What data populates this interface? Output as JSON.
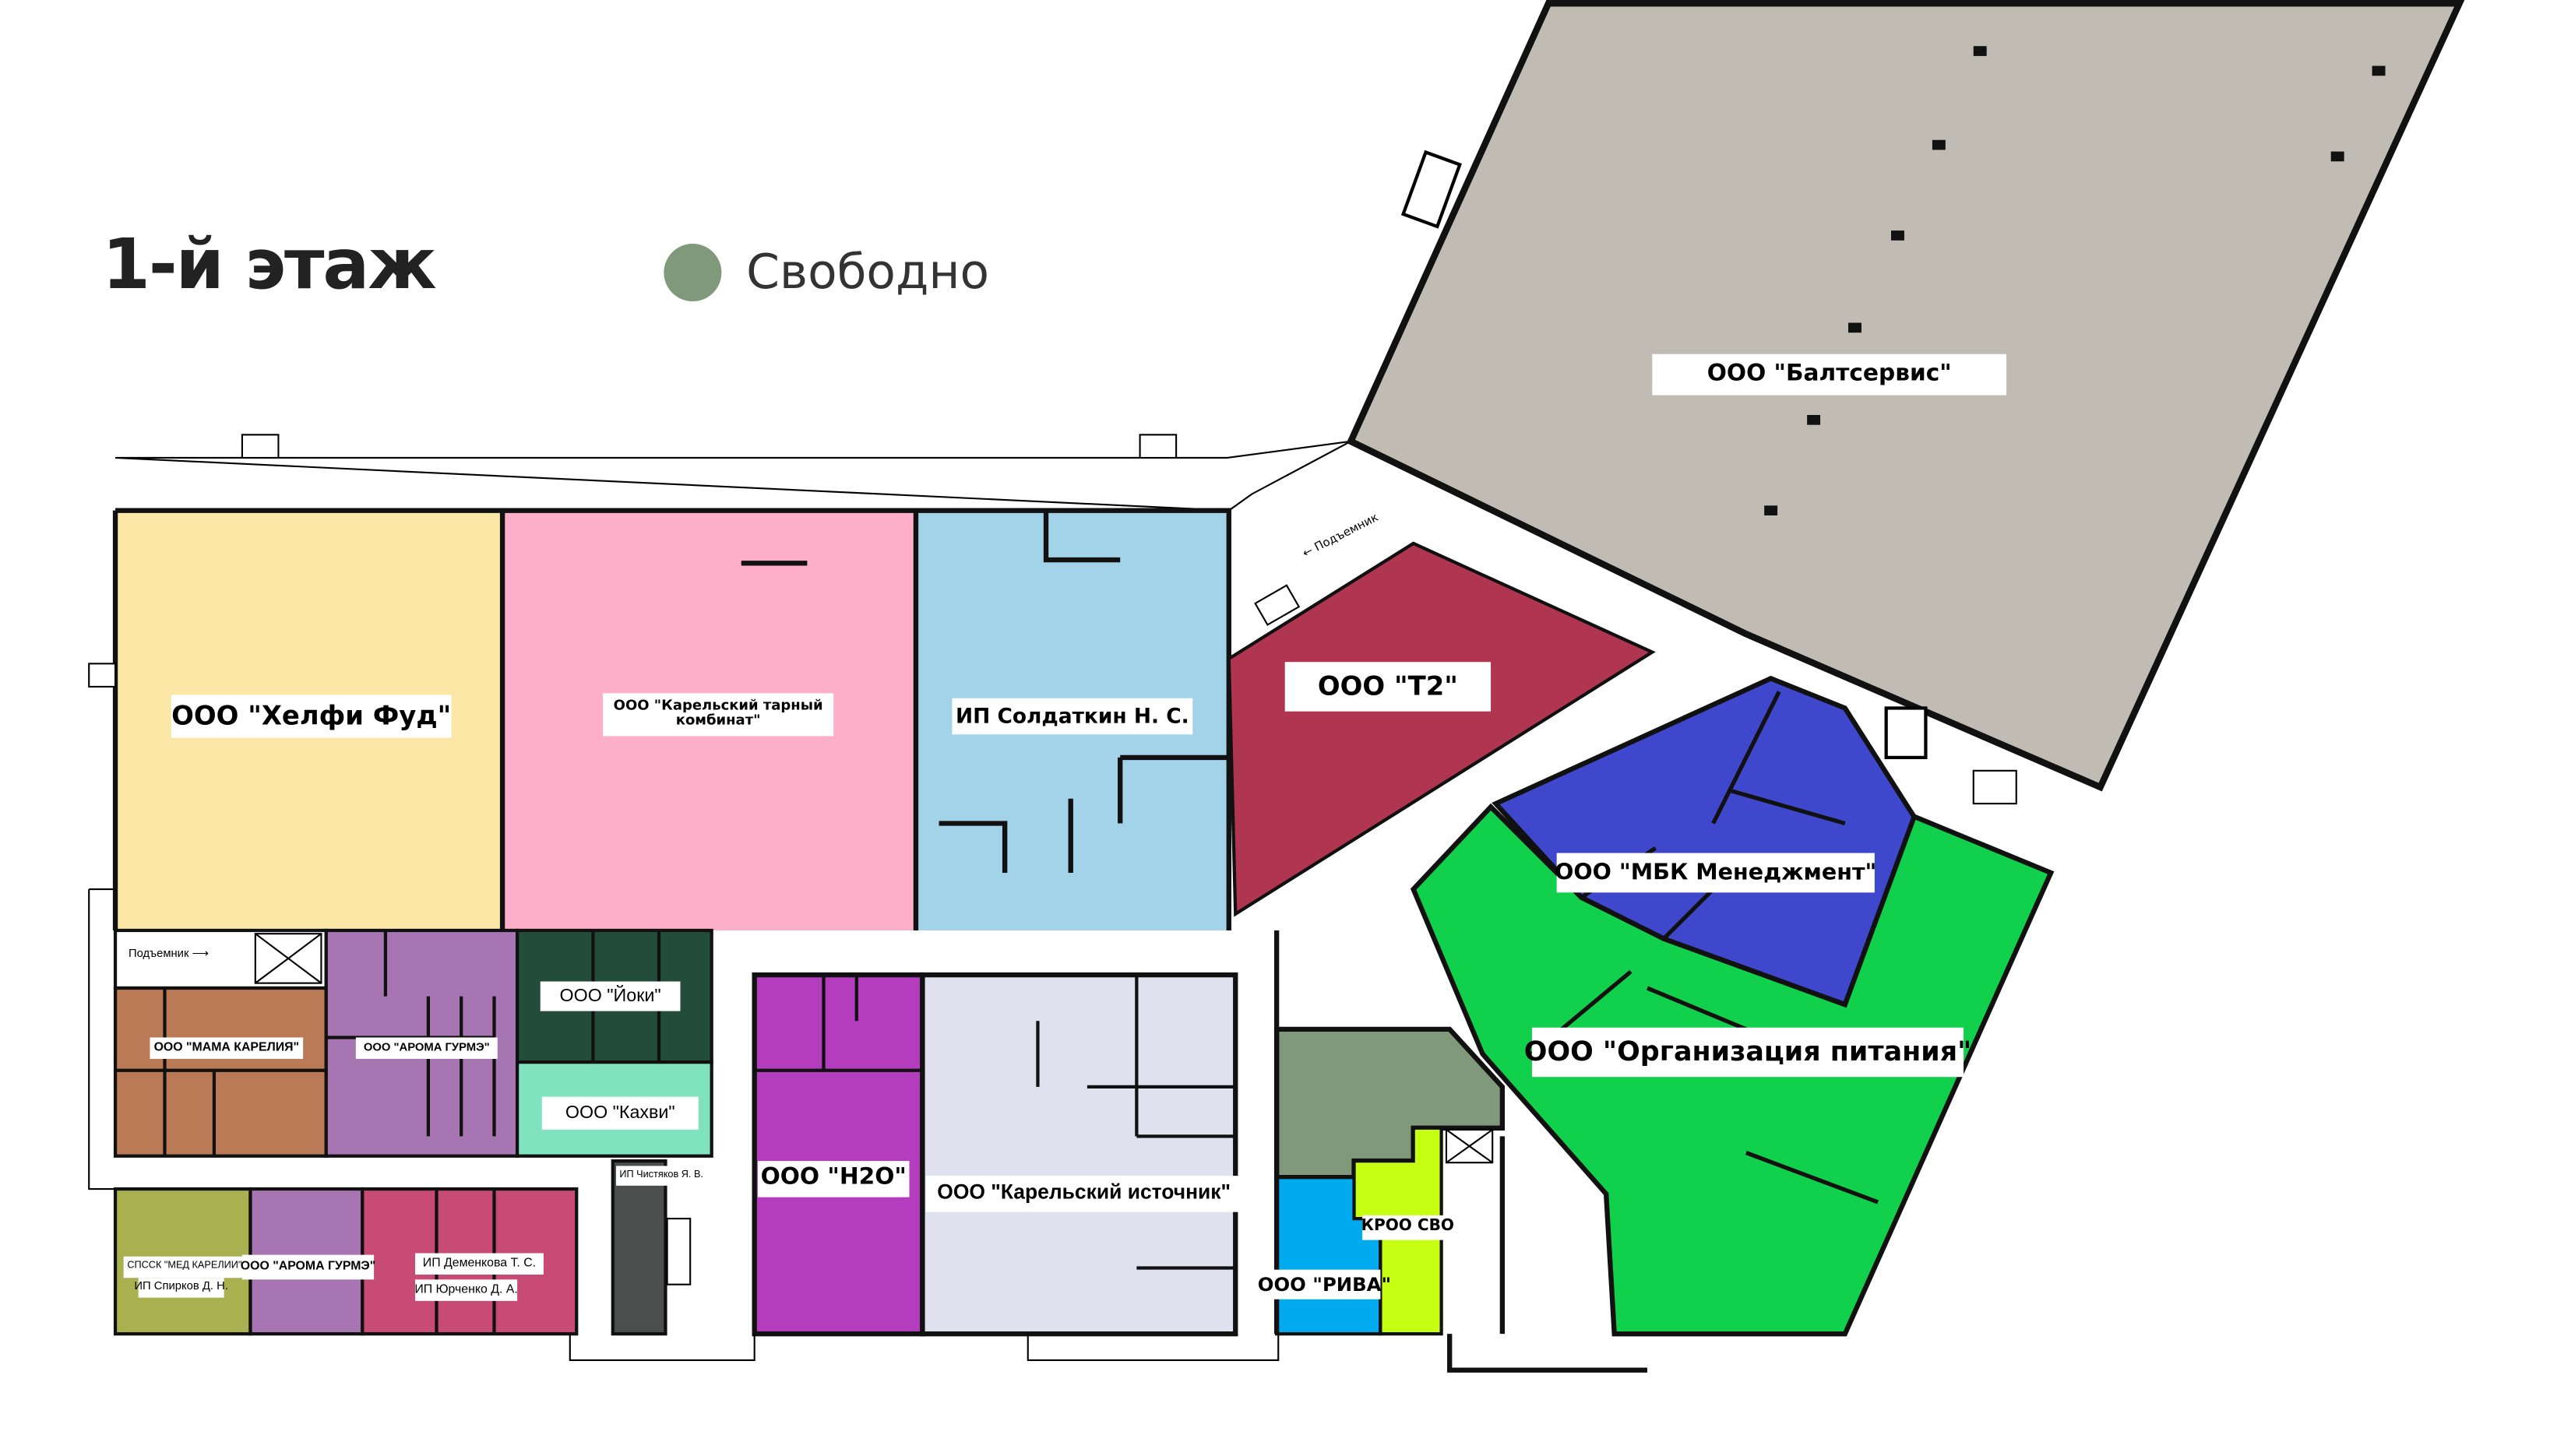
{
  "header": {
    "title": "1-й этаж"
  },
  "legend": {
    "free_label": "Свободно",
    "free_color": "#80997a"
  },
  "lift_label": "Подъемник",
  "tenants": {
    "helfi": "ООО \"Хелфи Фуд\"",
    "ktk_line1": "ООО \"Карельский тарный",
    "ktk_line2": "комбинат\"",
    "soldatkin": "ИП Солдаткин Н. С.",
    "t2": "ООО \"Т2\"",
    "baltservis": "ООО \"Балтсервис\"",
    "mbk": "ООО \"МБК Менеджмент\"",
    "org_pitaniya": "ООО \"Организация питания\"",
    "mama_karelia": "ООО \"МАМА КАРЕЛИЯ\"",
    "aroma1": "ООО \"АРОМА ГУРМЭ\"",
    "yoki": "ООО \"Йоки\"",
    "kahvi": "ООО \"Кахви\"",
    "chistyakov": "ИП Чистяков Я. В.",
    "med_karelii": "СПССК \"МЕД КАРЕЛИИ\"",
    "spirkov": "ИП Спирков  Д. Н.",
    "aroma2": "ООО \"АРОМА ГУРМЭ\"",
    "demenkova": "ИП Деменкова Т. С.",
    "yurchenko": "ИП Юрченко Д. А.",
    "h2o": "ООО \"Н2О\"",
    "kar_istochnik": "ООО \"Карельский источник\"",
    "riva": "ООО \"РИВА\"",
    "kroo": "КРОО СВО"
  }
}
